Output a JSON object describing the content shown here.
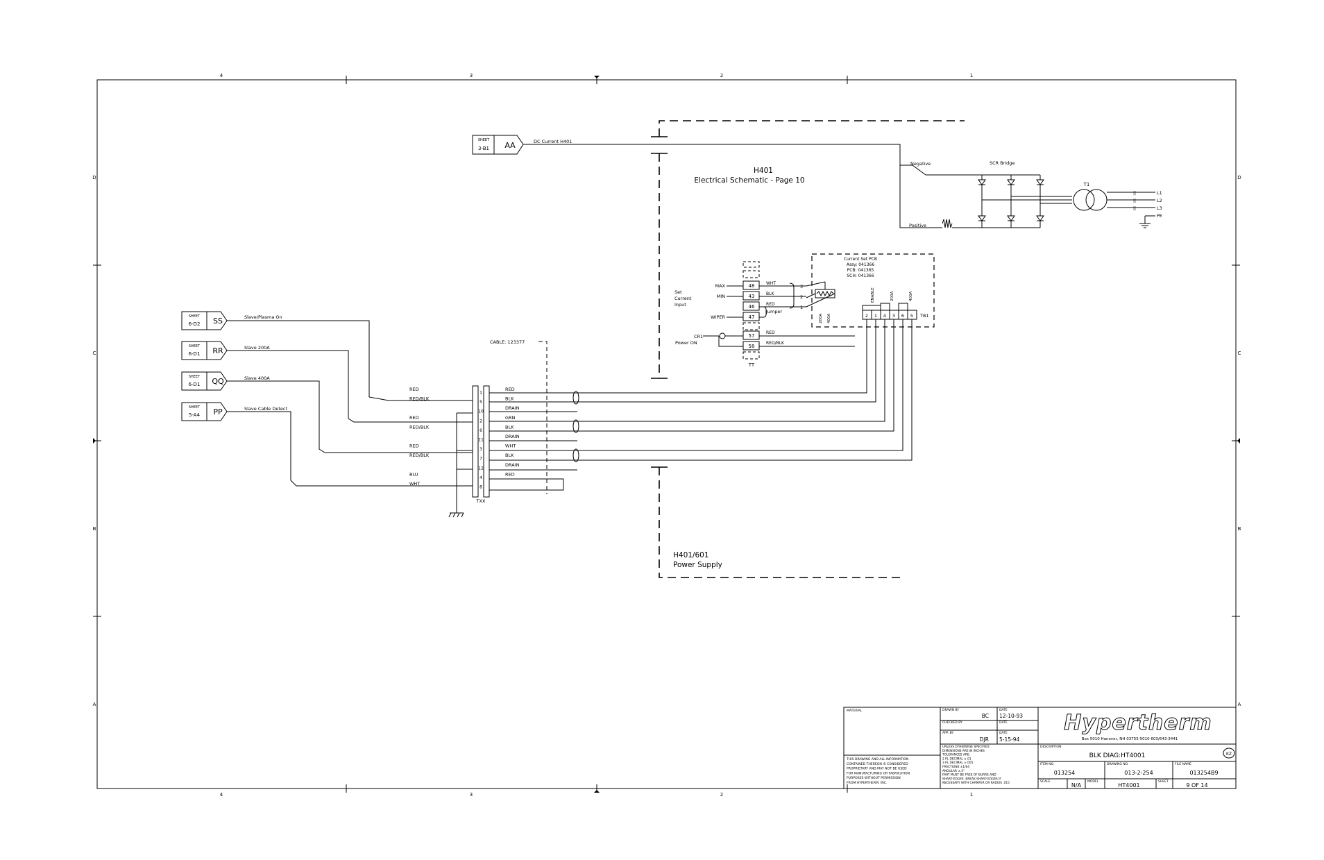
{
  "frame": {
    "top_zones": [
      "4",
      "3",
      "2",
      "1"
    ],
    "bottom_zones": [
      "4",
      "3",
      "2",
      "1"
    ],
    "side_zones": [
      "D",
      "C",
      "B",
      "A"
    ]
  },
  "sheet_refs": [
    {
      "sheet_label": "SHEET",
      "sheet": "3-B1",
      "code": "AA",
      "signal": "DC Current H401"
    },
    {
      "sheet_label": "SHEET",
      "sheet": "6-D2",
      "code": "SS",
      "signal": "Slave/Plasma On"
    },
    {
      "sheet_label": "SHEET",
      "sheet": "6-D1",
      "code": "RR",
      "signal": "Slave 200A"
    },
    {
      "sheet_label": "SHEET",
      "sheet": "6-D1",
      "code": "QQ",
      "signal": "Slave 400A"
    },
    {
      "sheet_label": "SHEET",
      "sheet": "5-A4",
      "code": "PP",
      "signal": "Slave Cable Detect"
    }
  ],
  "h401_top": {
    "line1": "H401",
    "line2": "Electrical Schematic - Page 10"
  },
  "h401_bottom": {
    "line1": "H401/601",
    "line2": "Power Supply"
  },
  "power": {
    "negative": "Negative",
    "positive": "Positive",
    "scr_bridge": "SCR Bridge",
    "transformer": "T1",
    "lines": [
      "L1",
      "L2",
      "L3"
    ],
    "pe": "PE"
  },
  "pcb": {
    "title": [
      "Current Set PCB",
      "Assy: 041366",
      "PCB: 041365",
      "SCH: 041366"
    ],
    "terminal_block": "TB1",
    "tb_pins": [
      "2",
      "1",
      "4",
      "3",
      "6",
      "5"
    ],
    "tb_labels": [
      "ENABLE",
      "200A",
      "400A"
    ],
    "jumper_labels": [
      "200A",
      "400A"
    ]
  },
  "tt_block": {
    "name": "TT",
    "set_current": [
      "Set",
      "Current",
      "Input"
    ],
    "rows": [
      {
        "label": "MAX",
        "pin": "48",
        "wire": "WHT",
        "pot_pin": "3"
      },
      {
        "label": "MIN",
        "pin": "43",
        "wire": "BLK",
        "pot_pin": "2"
      },
      {
        "label": "",
        "pin": "46",
        "wire": "RED",
        "pot_pin": "1"
      },
      {
        "label": "WIPER",
        "pin": "47",
        "wire": "",
        "pot_pin": ""
      }
    ],
    "jumper": "Jumper",
    "cr1": "CR1",
    "power_on": "Power ON",
    "low_rows": [
      {
        "pin": "57",
        "wire": "RED"
      },
      {
        "pin": "58",
        "wire": "RED/BLK"
      }
    ]
  },
  "cable": {
    "label": "CABLE: 123377"
  },
  "txx": {
    "name": "TXX",
    "rows": [
      {
        "left": "RED",
        "pin": "1",
        "right": "RED"
      },
      {
        "left": "RED/BLK",
        "pin": "5",
        "right": "BLK"
      },
      {
        "left": "",
        "pin": "10",
        "right": "DRAIN"
      },
      {
        "left": "RED",
        "pin": "2",
        "right": "GRN"
      },
      {
        "left": "RED/BLK",
        "pin": "6",
        "right": "BLK"
      },
      {
        "left": "",
        "pin": "11",
        "right": "DRAIN"
      },
      {
        "left": "RED",
        "pin": "3",
        "right": "WHT"
      },
      {
        "left": "RED/BLK",
        "pin": "7",
        "right": "BLK"
      },
      {
        "left": "",
        "pin": "12",
        "right": "DRAIN"
      },
      {
        "left": "BLU",
        "pin": "4",
        "right": "RED"
      },
      {
        "left": "WHT",
        "pin": "8",
        "right": ""
      }
    ]
  },
  "title_block": {
    "material_label": "MATERIAL",
    "drawn_by_label": "DRAWN BY",
    "drawn_by": "BC",
    "date_label": "DATE",
    "drawn_date": "12-10-93",
    "checked_by_label": "CHECKED BY",
    "checked_date_label": "DATE",
    "appr_by_label": "APP. BY",
    "appr_by": "DJR",
    "appr_date_label": "DATE",
    "appr_date": "5-15-94",
    "tolerance_lines": [
      "UNLESS OTHERWISE SPECIFIED:",
      "DIMENSIONS ARE IN INCHES",
      "TOLERANCES ARE:",
      "2 PL DECIMAL ±.01",
      "3 PL DECIMAL ±.005",
      "FRACTIONS ±1/64",
      "ANGULAR ±.5°",
      "PART MUST BE FREE OF BURRS AND",
      "SHARP EDGES. BREAK SHARP EDGES IF",
      "NECESSARY WITH CHAMFER OR RADIUS .015"
    ],
    "notice_lines": [
      "THIS DRAWING AND ALL INFORMATION",
      "CONTAINED THEREON IS CONSIDERED",
      "PROPRIETARY AND MAY NOT BE USED",
      "FOR MANUFACTURING OR FABRICATION",
      "PURPOSES WITHOUT PERMISSION",
      "FROM HYPERTHERM, INC."
    ],
    "company": "Hypertherm",
    "address": "Box 5010 Hanover, NH 03755-5010 603/643-3441",
    "description_label": "DESCRIPTION",
    "description": "BLK DIAG:HT4001",
    "rev": "KZ",
    "item_no_label": "ITEM NO.",
    "item_no": "013254",
    "drawing_no_label": "DRAWING NO.",
    "drawing_no": "013-2-254",
    "file_name_label": "FILE NAME",
    "file_name": "013254B9",
    "scale_label": "SCALE",
    "scale": "N/A",
    "model_label": "MODEL",
    "model": "HT4001",
    "sheet_label": "SHEET",
    "sheet": "9 OF 14"
  }
}
